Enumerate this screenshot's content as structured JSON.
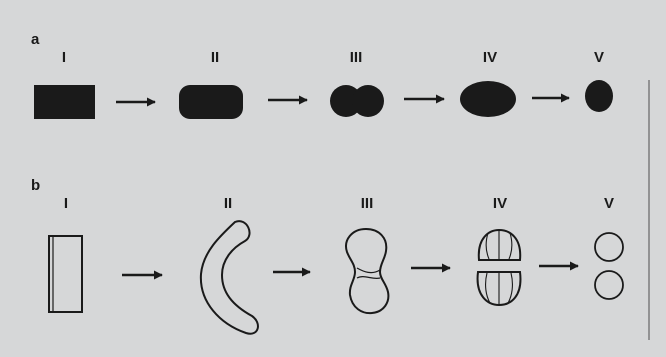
{
  "panels": [
    {
      "label": "a",
      "stages": [
        {
          "numeral": "I",
          "shape": "filled-rectangle"
        },
        {
          "numeral": "II",
          "shape": "filled-rounded-rectangle"
        },
        {
          "numeral": "III",
          "shape": "filled-dumbbell"
        },
        {
          "numeral": "IV",
          "shape": "filled-ellipse"
        },
        {
          "numeral": "V",
          "shape": "filled-circle"
        }
      ]
    },
    {
      "label": "b",
      "stages": [
        {
          "numeral": "I",
          "shape": "outlined-rectangle"
        },
        {
          "numeral": "II",
          "shape": "outlined-kidney"
        },
        {
          "numeral": "III",
          "shape": "outlined-pinched-pair"
        },
        {
          "numeral": "IV",
          "shape": "outlined-dividing-pair"
        },
        {
          "numeral": "V",
          "shape": "outlined-two-circles"
        }
      ]
    }
  ],
  "colors": {
    "background": "#d6d7d8",
    "ink": "#1a1a1a",
    "divider": "#7c7c7c"
  }
}
